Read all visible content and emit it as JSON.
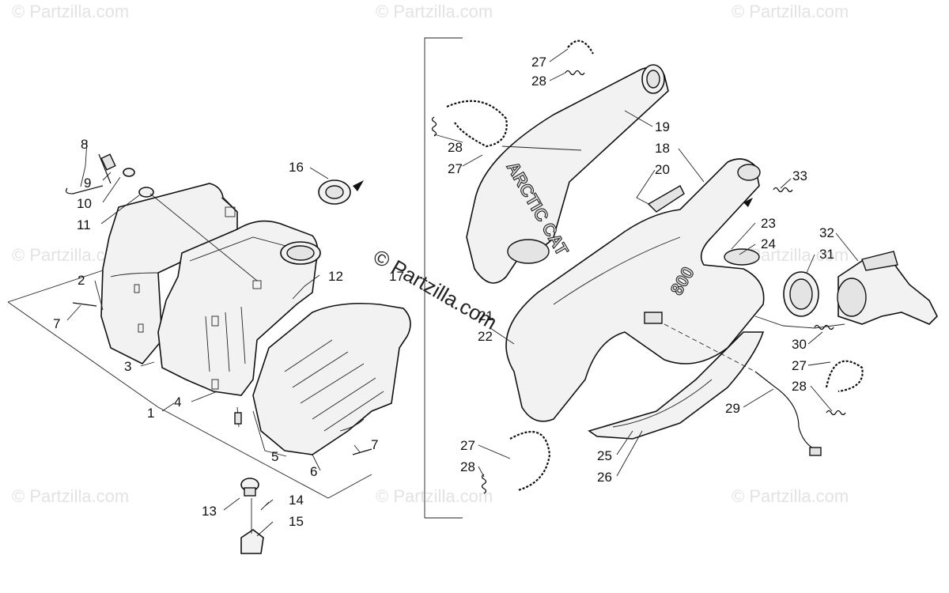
{
  "watermarks": {
    "text": "© Partzilla.com",
    "center_text": "© Partzilla.com"
  },
  "logos": {
    "brand": "ARCTIC CAT",
    "model": "800"
  },
  "callouts": {
    "c1": "1",
    "c2": "2",
    "c3": "3",
    "c4": "4",
    "c5": "5",
    "c6": "6",
    "c7a": "7",
    "c7b": "7",
    "c8": "8",
    "c9": "9",
    "c10": "10",
    "c11": "11",
    "c12": "12",
    "c13": "13",
    "c14": "14",
    "c15": "15",
    "c16": "16",
    "c17": "17",
    "c18": "18",
    "c19": "19",
    "c20": "20",
    "c21": "21",
    "c22": "22",
    "c23": "23",
    "c24": "24",
    "c25": "25",
    "c26": "26",
    "c27a": "27",
    "c27b": "27",
    "c27c": "27",
    "c27d": "27",
    "c28a": "28",
    "c28b": "28",
    "c28c": "28",
    "c28d": "28",
    "c29": "29",
    "c30": "30",
    "c31": "31",
    "c32": "32",
    "c33": "33"
  }
}
